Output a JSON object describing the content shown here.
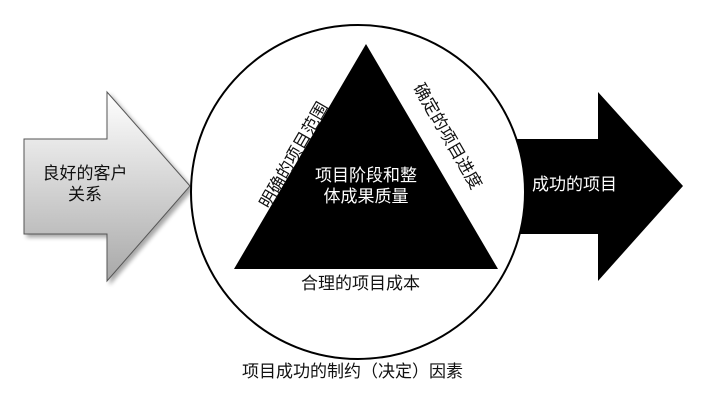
{
  "diagram": {
    "left_arrow": {
      "line1": "良好的客户",
      "line2": "关系",
      "colors": {
        "fill_top": "#ffffff",
        "fill_bottom": "#a8a8a8",
        "stroke": "#555555"
      }
    },
    "right_arrow": {
      "label": "成功的项目",
      "colors": {
        "fill": "#000000"
      }
    },
    "circle": {
      "colors": {
        "fill": "#ffffff",
        "stroke": "#000000"
      }
    },
    "triangle": {
      "center_line1": "项目阶段和整",
      "center_line2": "体成果质量",
      "left_side": "明确的项目范围",
      "right_side": "确定的项目进度",
      "bottom_side": "合理的项目成本",
      "colors": {
        "fill": "#000000"
      }
    },
    "caption": "项目成功的制约（决定）因素"
  }
}
